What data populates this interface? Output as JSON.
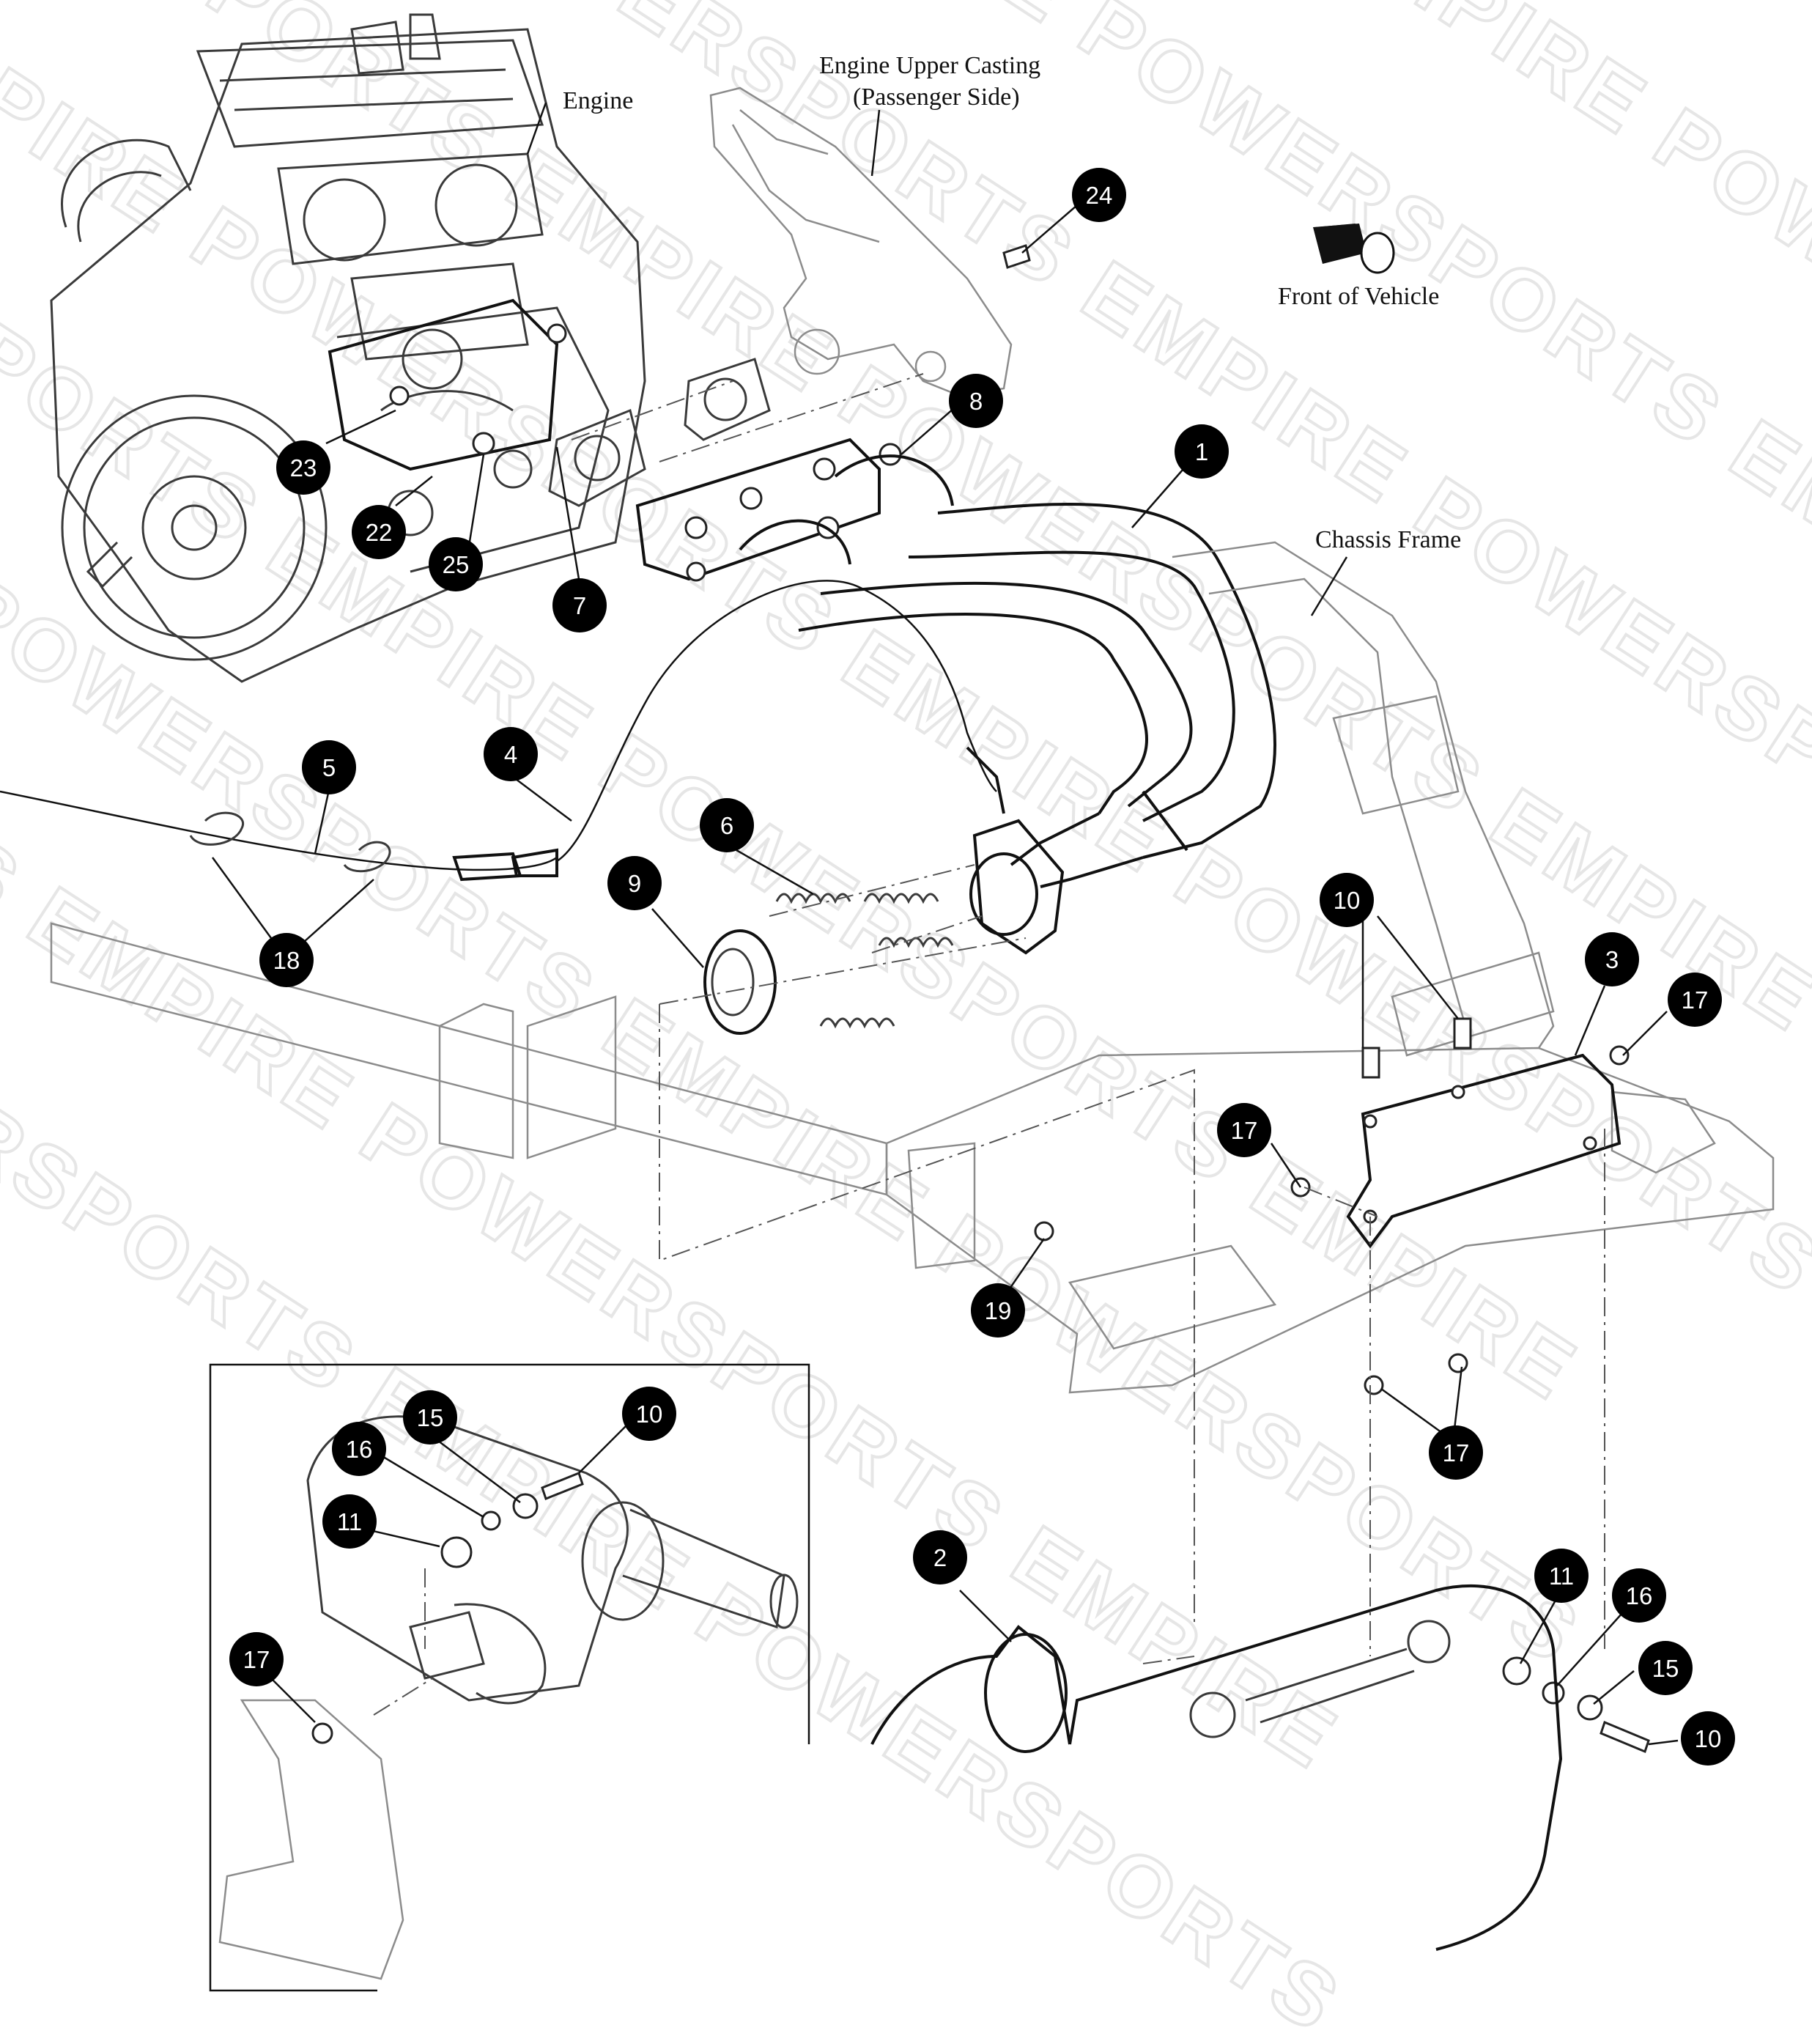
{
  "labels": {
    "engine": "Engine",
    "upper_casting_line1": "Engine Upper Casting",
    "upper_casting_line2": "(Passenger Side)",
    "front_of_vehicle": "Front of Vehicle",
    "chassis_frame": "Chassis Frame"
  },
  "watermark": {
    "line1": "EMPIRE POWERSPORTS EMPIRE POWERSPORTS",
    "line2": "POWERSPORTS EMPIRE POWERSPORTS EMPIRE",
    "line3": "EMPIRE POWERSPORTS EMPIRE POWERSPORTS",
    "line4": "POWERSPORTS EMPIRE POWERSPORTS EMPIRE",
    "line5": "EMPIRE POWERSPORTS EMPIRE POWERSPORTS",
    "line6": "POWERSPORTS EMPIRE POWERSPORTS EMPIRE",
    "line7": "EMPIRE POWERSPORTS EMPIRE POWERSPORTS",
    "line8": "POWERSPORTS EMPIRE POWERSPORTS EMPIRE",
    "line9": "EMPIRE POWERSPORTS EMPIRE POWERSPORTS"
  },
  "callouts": {
    "c24": "24",
    "c8": "8",
    "c1": "1",
    "c23": "23",
    "c22": "22",
    "c25": "25",
    "c7": "7",
    "c5": "5",
    "c4": "4",
    "c6": "6",
    "c9": "9",
    "c18": "18",
    "c10a": "10",
    "c3": "3",
    "c17a": "17",
    "c17b": "17",
    "c19": "19",
    "c17c": "17",
    "c2": "2",
    "c11a": "11",
    "c16a": "16",
    "c15a": "15",
    "c10b": "10",
    "i15": "15",
    "i10": "10",
    "i16": "16",
    "i11": "11",
    "i17": "17"
  },
  "colors": {
    "callout_fill": "#000000",
    "line_art": "#3a3a3a",
    "watermark": "#e6e6e6"
  }
}
